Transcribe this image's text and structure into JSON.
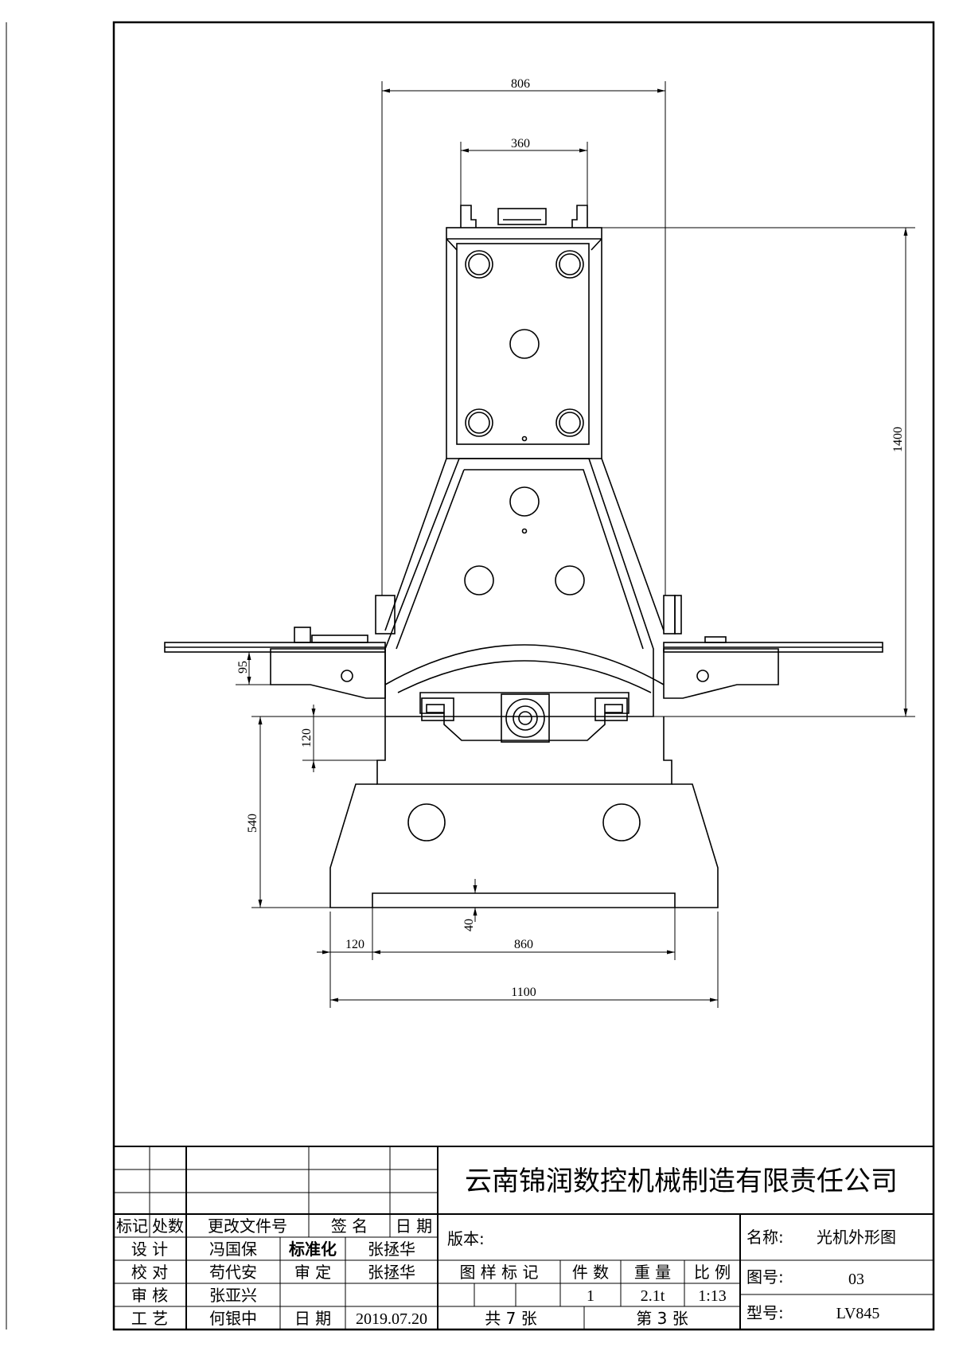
{
  "dimensions": {
    "overall_upper_width": "806",
    "column_top_width": "360",
    "column_height": "1400",
    "table_thickness": "95",
    "table_to_base_offset": "120",
    "base_height": "540",
    "base_recess": "40",
    "base_edge_offset": "120",
    "base_inner_width": "860",
    "base_width": "1100"
  },
  "title_block": {
    "company": "云南锦润数控机械制造有限责任公司",
    "revision_headers": {
      "mark": "标记",
      "count": "处数",
      "change_doc": "更改文件号",
      "signature": "签 名",
      "date": "日 期"
    },
    "design_label": "设 计",
    "design_name": "冯国保",
    "standard_label": "标准化",
    "standard_name": "张拯华",
    "check_label": "校 对",
    "check_name": "苟代安",
    "approve_label": "审 定",
    "approve_name": "张拯华",
    "review_label": "审 核",
    "review_name": "张亚兴",
    "process_label": "工 艺",
    "process_name": "何银中",
    "date_label": "日 期",
    "date_value": "2019.07.20",
    "version_label": "版本:",
    "sample_mark_label": "图 样 标 记",
    "piece_count_label": "件 数",
    "weight_label": "重 量",
    "scale_label": "比 例",
    "piece_count": "1",
    "weight": "2.1t",
    "scale": "1:13",
    "total_sheets": "共 7 张",
    "sheet_no": "第 3 张",
    "name_label": "名称:",
    "name_value": "光机外形图",
    "drawing_no_label": "图号:",
    "drawing_no": "03",
    "model_label": "型号:",
    "model_value": "LV845"
  }
}
